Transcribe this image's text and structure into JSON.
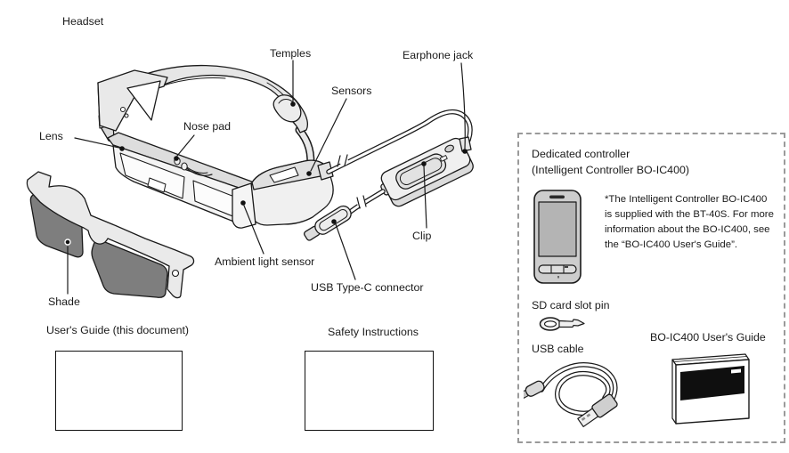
{
  "page": {
    "title": "Headset"
  },
  "headset_labels": {
    "temples": "Temples",
    "earphone_jack": "Earphone jack",
    "sensors": "Sensors",
    "nose_pad": "Nose pad",
    "lens": "Lens",
    "clip": "Clip",
    "ambient_light_sensor": "Ambient light sensor",
    "usb_type_c_connector": "USB Type-C connector",
    "shade": "Shade"
  },
  "documents": {
    "users_guide_label": "User's Guide (this document)",
    "safety_instructions_label": "Safety Instructions"
  },
  "controller_panel": {
    "title_line1": "Dedicated controller",
    "title_line2": "(Intelligent Controller BO-IC400)",
    "note_line1": "*The Intelligent Controller BO-IC400",
    "note_line2": "is supplied with the BT-40S. For more",
    "note_line3": "information about the BO-IC400, see",
    "note_line4": "the “BO-IC400 User's Guide”.",
    "sd_card_slot_pin_label": "SD card slot pin",
    "usb_cable_label": "USB cable",
    "bo_ic400_users_guide_label": "BO-IC400 User's Guide"
  },
  "colors": {
    "line": "#1a1a1a",
    "panel_border": "#9a9a9a",
    "shade_lens": "#7e7e7e",
    "phone_body": "#cdcdcd",
    "phone_screen": "#b4b4b4",
    "booklet_band": "#0f0f0f",
    "fill_light": "#ececec"
  }
}
